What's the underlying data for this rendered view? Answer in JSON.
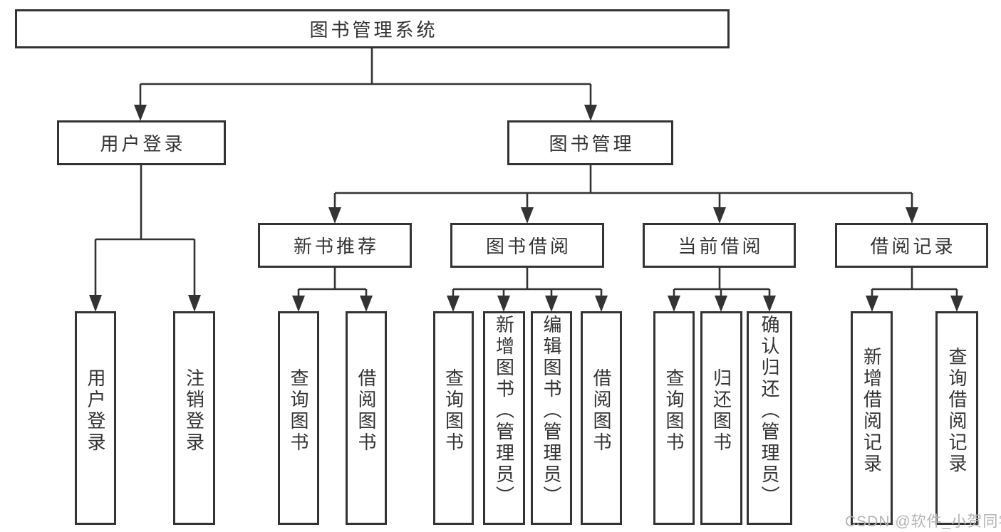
{
  "diagram": {
    "root": {
      "label": "图书管理系统"
    },
    "branches": [
      {
        "label": "用户登录",
        "children": [
          {
            "label": "用户登录"
          },
          {
            "label": "注销登录"
          }
        ]
      },
      {
        "label": "图书管理",
        "children": [
          {
            "label": "新书推荐",
            "children": [
              {
                "label": "查询图书"
              },
              {
                "label": "借阅图书"
              }
            ]
          },
          {
            "label": "图书借阅",
            "children": [
              {
                "label": "查询图书"
              },
              {
                "label": "新增图书（管理员）"
              },
              {
                "label": "编辑图书（管理员）"
              },
              {
                "label": "借阅图书"
              }
            ]
          },
          {
            "label": "当前借阅",
            "children": [
              {
                "label": "查询图书"
              },
              {
                "label": "归还图书"
              },
              {
                "label": "确认归还（管理员）"
              }
            ]
          },
          {
            "label": "借阅记录",
            "children": [
              {
                "label": "新增借阅记录"
              },
              {
                "label": "查询借阅记录"
              }
            ]
          }
        ]
      }
    ]
  },
  "watermark": {
    "text": "CSDN @软件_小贺同学",
    "color": "#b3b3b3"
  },
  "colors": {
    "line": "#333333",
    "box_border": "#333333",
    "box_fill": "#ffffff",
    "text": "#333333",
    "background": "#ffffff"
  }
}
